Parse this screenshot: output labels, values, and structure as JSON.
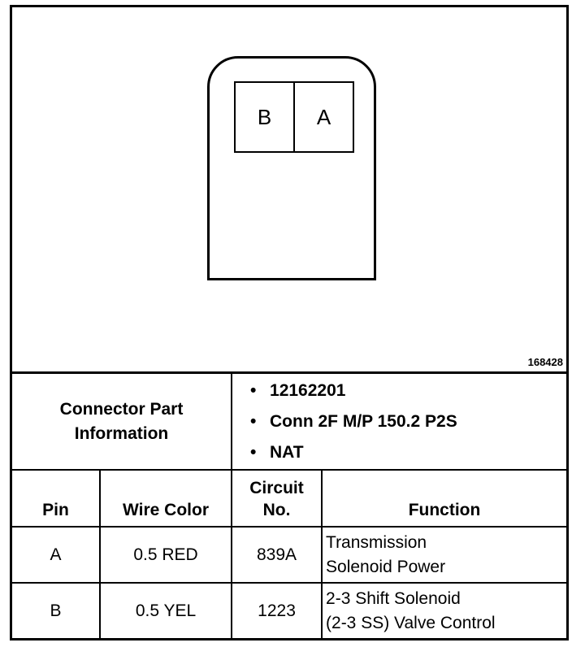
{
  "diagram": {
    "figure_id": "168428",
    "cavities": [
      "B",
      "A"
    ]
  },
  "connector_info": {
    "label": "Connector Part Information",
    "parts": [
      "12162201",
      "Conn 2F M/P 150.2 P2S",
      "NAT"
    ]
  },
  "table": {
    "headers": {
      "pin": "Pin",
      "wire_color": "Wire Color",
      "circuit": "Circuit No.",
      "function": "Function"
    },
    "rows": [
      {
        "pin": "A",
        "wire_color": "0.5 RED",
        "circuit": "839A",
        "function": [
          "Transmission",
          "Solenoid Power"
        ]
      },
      {
        "pin": "B",
        "wire_color": "0.5 YEL",
        "circuit": "1223",
        "function": [
          "2-3 Shift Solenoid",
          "(2-3 SS) Valve Control"
        ]
      }
    ]
  }
}
